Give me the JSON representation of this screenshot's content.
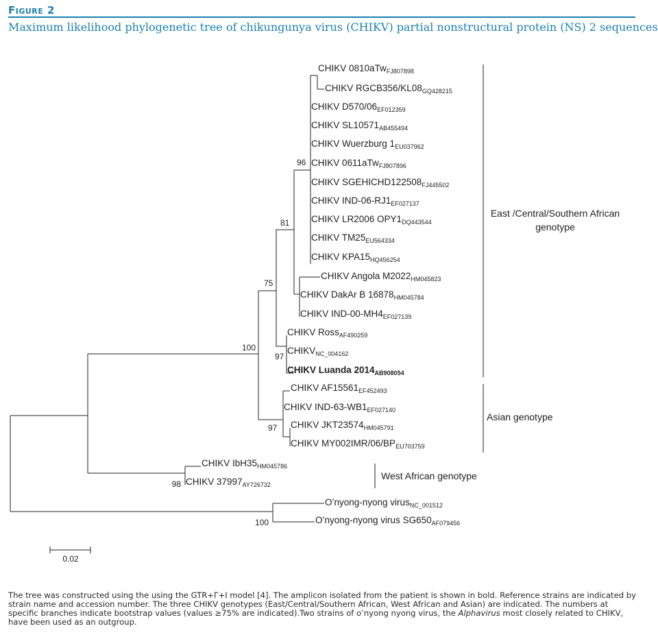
{
  "figure": {
    "label": "Figure 2",
    "title": "Maximum likelihood phylogenetic tree of chikungunya virus (CHIKV) partial nonstructural protein (NS) 2 sequences"
  },
  "tree": {
    "leaves": [
      {
        "name": "CHIKV 0810aTw",
        "accession": "FJ807898",
        "bold": false
      },
      {
        "name": "CHIKV RGCB356/KL08",
        "accession": "GQ428215",
        "bold": false
      },
      {
        "name": "CHIKV D570/06",
        "accession": "EF012359",
        "bold": false
      },
      {
        "name": "CHIKV SL10571",
        "accession": "AB455494",
        "bold": false
      },
      {
        "name": "CHIKV Wuerzburg 1",
        "accession": "EU037962",
        "bold": false
      },
      {
        "name": "CHIKV 0611aTw",
        "accession": "FJ807896",
        "bold": false
      },
      {
        "name": "CHIKV SGEHICHD122508",
        "accession": "FJ445502",
        "bold": false
      },
      {
        "name": "CHIKV IND-06-RJ1",
        "accession": "EF027137",
        "bold": false
      },
      {
        "name": "CHIKV LR2006 OPY1",
        "accession": "DQ443544",
        "bold": false
      },
      {
        "name": "CHIKV TM25",
        "accession": "EU564334",
        "bold": false
      },
      {
        "name": "CHIKV KPA15",
        "accession": "HQ456254",
        "bold": false
      },
      {
        "name": "CHIKV Angola M2022",
        "accession": "HM045823",
        "bold": false
      },
      {
        "name": "CHIKV DakAr B 16878",
        "accession": "HM045784",
        "bold": false
      },
      {
        "name": "CHIKV IND-00-MH4",
        "accession": "EF027139",
        "bold": false
      },
      {
        "name": "CHIKV Ross",
        "accession": "AF490259",
        "bold": false
      },
      {
        "name": "CHIKV",
        "accession": "NC_004162",
        "bold": false
      },
      {
        "name": "CHIKV Luanda 2014",
        "accession": "AB908054",
        "bold": true
      },
      {
        "name": "CHIKV AF15561",
        "accession": "EF452493",
        "bold": false
      },
      {
        "name": "CHIKV IND-63-WB1",
        "accession": "EF027140",
        "bold": false
      },
      {
        "name": "CHIKV JKT23574",
        "accession": "HM045791",
        "bold": false
      },
      {
        "name": "CHIKV MY002IMR/06/BP",
        "accession": "EU703759",
        "bold": false
      },
      {
        "name": "CHIKV IbH35",
        "accession": "HM045786",
        "bold": false
      },
      {
        "name": "CHIKV 37997",
        "accession": "AY726732",
        "bold": false
      },
      {
        "name": "O’nyong-nyong virus",
        "accession": "NC_001512",
        "bold": false
      },
      {
        "name": "O’nyong-nyong virus SG650",
        "accession": "AF079456",
        "bold": false
      }
    ],
    "bootstrap": [
      "96",
      "81",
      "75",
      "100",
      "97",
      "97",
      "98",
      "100"
    ],
    "clades": {
      "ecsa_line1": "East /Central/Southern African",
      "ecsa_line2": "genotype",
      "asian": "Asian genotype",
      "west_african": "West  African genotype"
    },
    "scale_label": "0.02"
  },
  "caption": {
    "part1": "The tree was constructed using the using the GTR+Γ+I model [4]. The amplicon isolated from the patient is shown in bold. Reference strains are indicated by strain name and accession number. The three CHIKV genotypes (East/Central/Southern African, West African and Asian) are indicated. The numbers at specific branches indicate bootstrap values (values ≥75% are indicated).Two strains of o’nyong nyong virus, the ",
    "italic": "Alphavirus",
    "part2": " most closely related to CHIKV, have been used as an outgroup."
  }
}
